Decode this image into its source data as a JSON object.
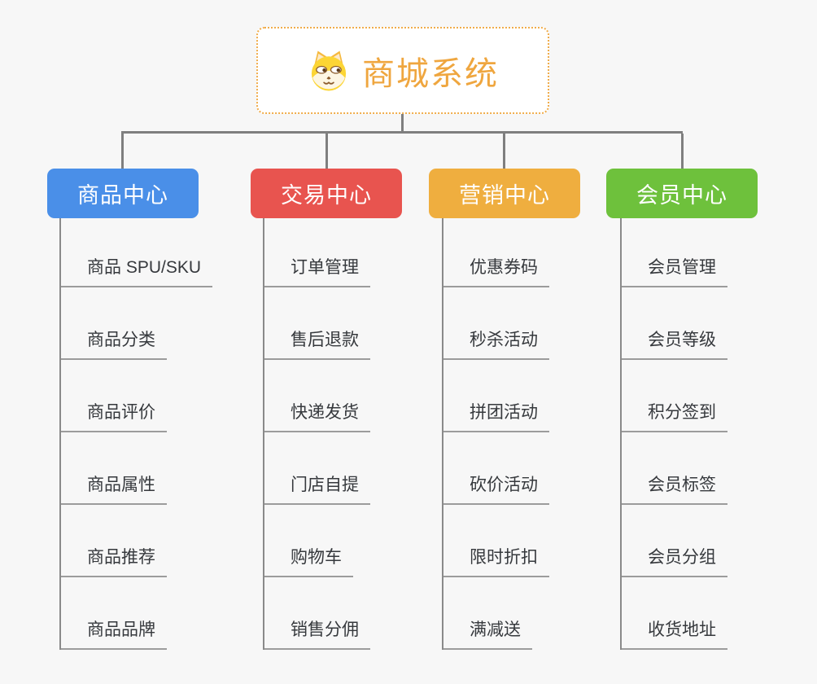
{
  "root": {
    "title": "商城系统",
    "icon": "dog-icon"
  },
  "branches": [
    {
      "label": "商品中心",
      "color": "#4a8fe8",
      "items": [
        "商品 SPU/SKU",
        "商品分类",
        "商品评价",
        "商品属性",
        "商品推荐",
        "商品品牌"
      ]
    },
    {
      "label": "交易中心",
      "color": "#e8544f",
      "items": [
        "订单管理",
        "售后退款",
        "快递发货",
        "门店自提",
        "购物车",
        "销售分佣"
      ]
    },
    {
      "label": "营销中心",
      "color": "#efae3f",
      "items": [
        "优惠券码",
        "秒杀活动",
        "拼团活动",
        "砍价活动",
        "限时折扣",
        "满减送"
      ]
    },
    {
      "label": "会员中心",
      "color": "#6ec13c",
      "items": [
        "会员管理",
        "会员等级",
        "积分签到",
        "会员标签",
        "会员分组",
        "收货地址"
      ]
    }
  ],
  "colors": {
    "background": "#f7f7f7",
    "root_accent": "#efa63f",
    "connector": "#7f7f7f",
    "leaf_underline": "#9c9c9c",
    "leaf_text": "#36393d"
  }
}
